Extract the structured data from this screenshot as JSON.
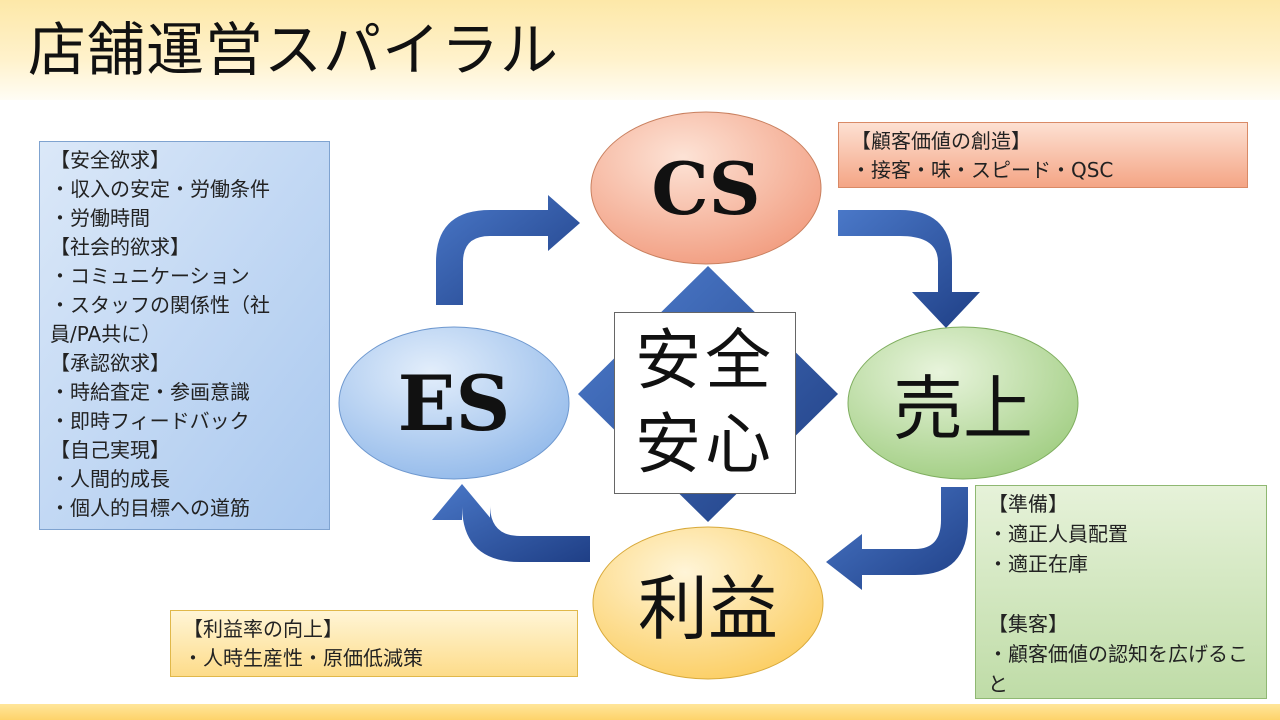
{
  "title": "店舗運営スパイラル",
  "nodes": {
    "cs": "CS",
    "sales": "売上",
    "profit": "利益",
    "es": "ES"
  },
  "center": {
    "line1": "安全",
    "line2": "安心"
  },
  "notes": {
    "cs": {
      "heading": "【顧客価値の創造】",
      "items": [
        "・接客・味・スピード・QSC"
      ]
    },
    "es": {
      "lines": [
        "【安全欲求】",
        "・収入の安定・労働条件",
        "・労働時間",
        "【社会的欲求】",
        "・コミュニケーション",
        "・スタッフの関係性（社員/PA共に）",
        "【承認欲求】",
        "・時給査定・参画意識",
        "・即時フィードバック",
        "【自己実現】",
        "・人間的成長",
        "・個人的目標への道筋"
      ]
    },
    "sales": {
      "heading1": "【準備】",
      "items1": [
        "・適正人員配置",
        "・適正在庫"
      ],
      "heading2": "【集客】",
      "items2": [
        "・顧客価値の認知を広げること"
      ]
    },
    "profit": {
      "heading": "【利益率の向上】",
      "items": [
        "・人時生産性・原価低減策"
      ]
    }
  },
  "colors": {
    "arrow": "#2f55a4",
    "cs_fill": "#f6b29a",
    "sales_fill": "#b4d89a",
    "profit_fill": "#fcd77e",
    "es_fill": "#a9c9f0",
    "diamond": "#2f55a4"
  }
}
